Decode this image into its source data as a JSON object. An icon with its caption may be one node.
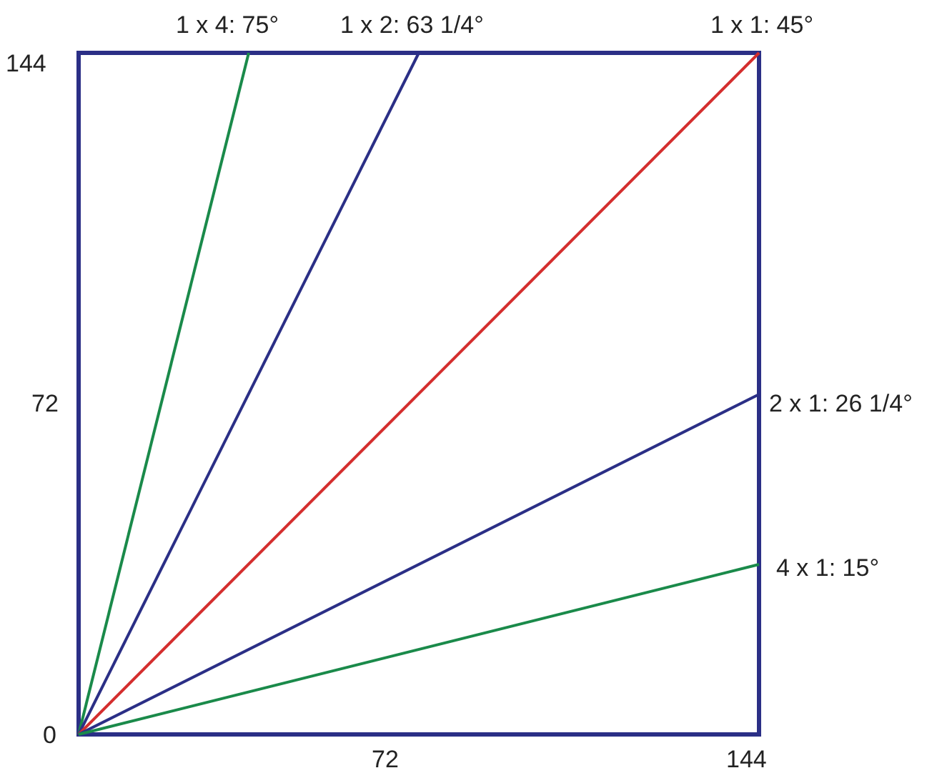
{
  "diagram": {
    "labels": [
      "1 x 4: 75°",
      "1 x 2: 63 1/4°",
      "1 x 1: 45°",
      "144",
      "72",
      "2 x 1: 26 1/4°",
      "4 x 1: 15°",
      "0",
      "72",
      "144"
    ]
  }
}
